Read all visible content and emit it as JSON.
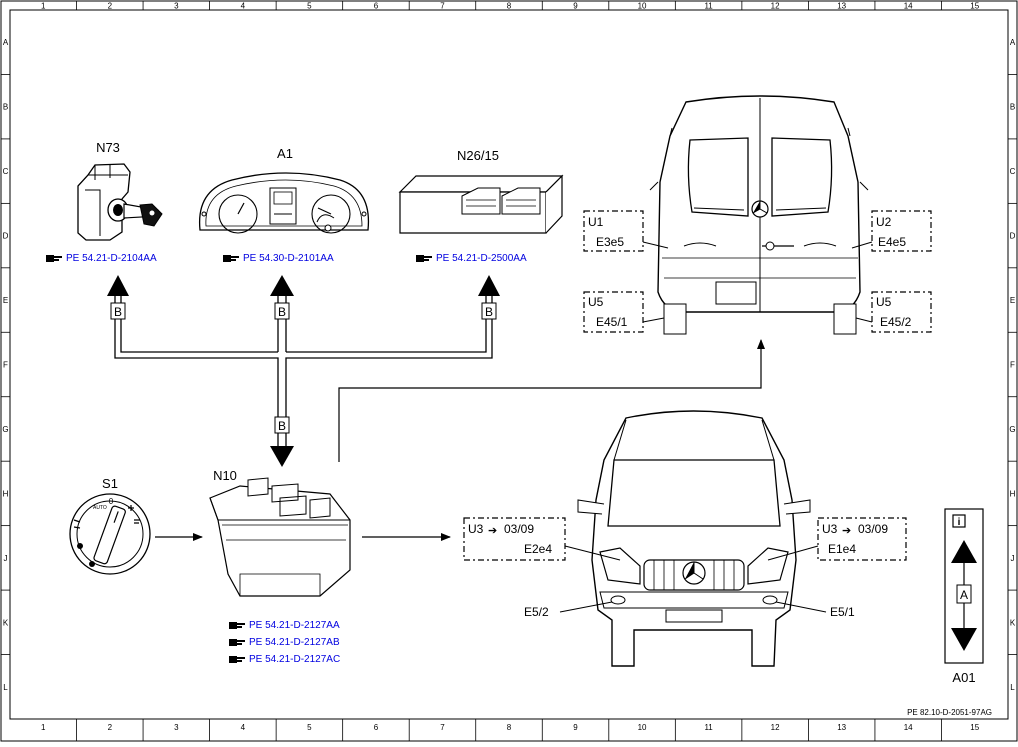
{
  "grid": {
    "columns": [
      "1",
      "2",
      "3",
      "4",
      "5",
      "6",
      "7",
      "8",
      "9",
      "10",
      "11",
      "12",
      "13",
      "14",
      "15"
    ],
    "rows": [
      "A",
      "B",
      "C",
      "D",
      "E",
      "F",
      "G",
      "H",
      "J",
      "K",
      "L"
    ]
  },
  "components": {
    "n73": {
      "code": "N73",
      "ref": "PE 54.21-D-2104AA"
    },
    "a1": {
      "code": "A1",
      "ref": "PE 54.30-D-2101AA"
    },
    "n26": {
      "code": "N26/15",
      "ref": "PE 54.21-D-2500AA"
    },
    "s1": {
      "code": "S1"
    },
    "n10": {
      "code": "N10",
      "refs": [
        "PE 54.21-D-2127AA",
        "PE 54.21-D-2127AB",
        "PE 54.21-D-2127AC"
      ]
    }
  },
  "bus_label": "B",
  "rear_van": {
    "u1": {
      "box": "U1",
      "lamp": "E3e5"
    },
    "u2": {
      "box": "U2",
      "lamp": "E4e5"
    },
    "u5l": {
      "box": "U5",
      "lamp": "E45/1"
    },
    "u5r": {
      "box": "U5",
      "lamp": "E45/2"
    }
  },
  "front_van": {
    "u3l": {
      "box": "U3",
      "date": "03/09",
      "lamp": "E2e4"
    },
    "u3r": {
      "box": "U3",
      "date": "03/09",
      "lamp": "E1e4"
    },
    "fog_left": "E5/2",
    "fog_right": "E5/1"
  },
  "legend": {
    "info_glyph": "i",
    "letter": "A",
    "code": "A01"
  },
  "footer": "PE 82.10-D-2051-97AG",
  "switch_marks": {
    "zero": "0",
    "auto": "AUTO"
  }
}
